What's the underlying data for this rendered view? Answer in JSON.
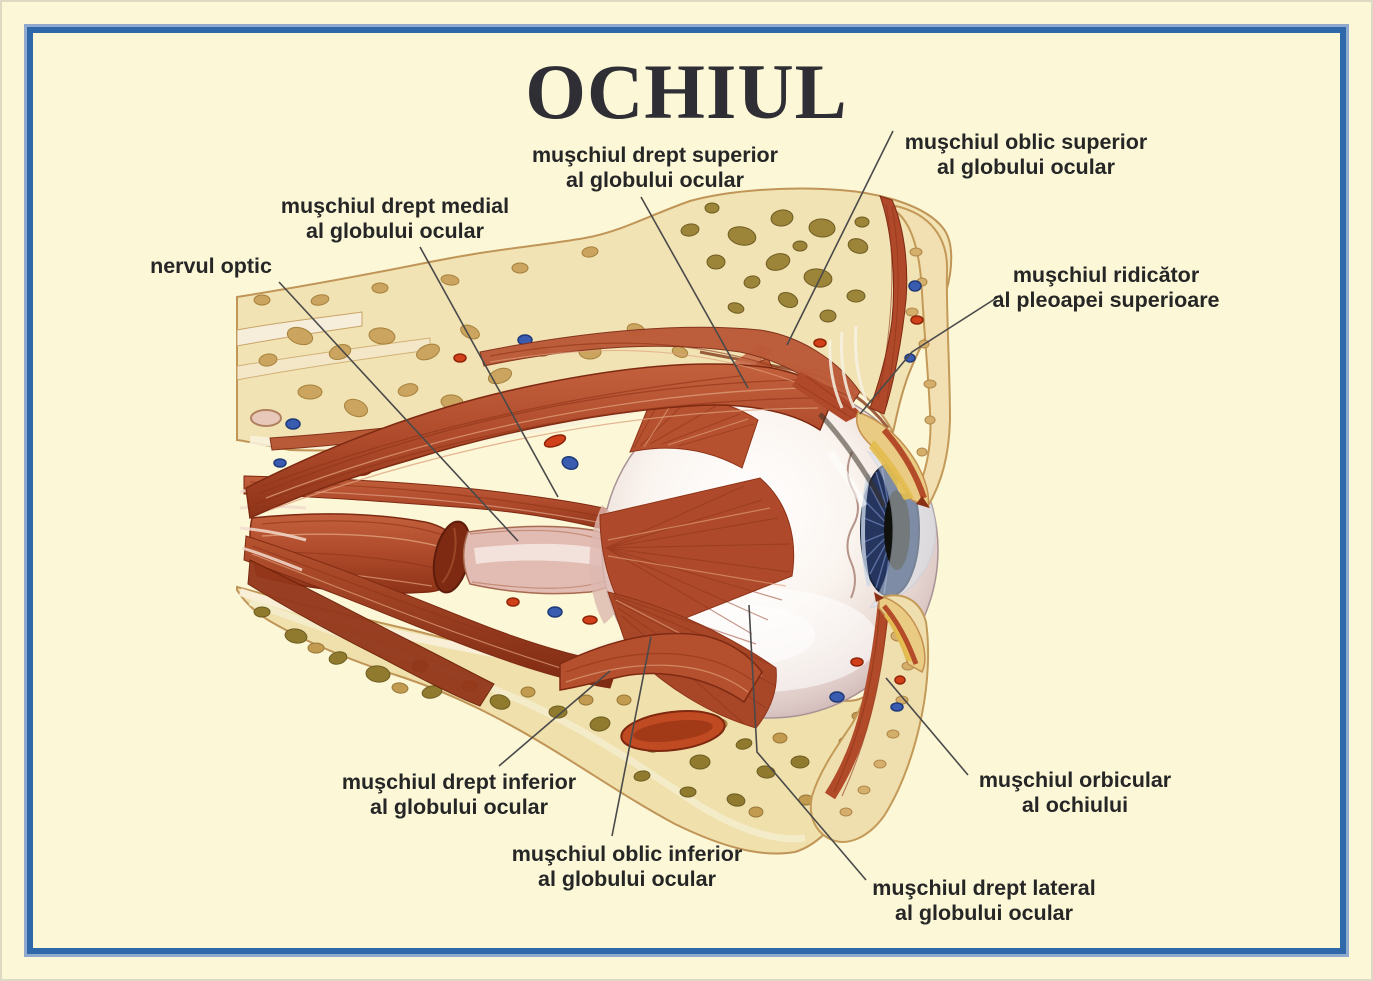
{
  "title": "OCHIUL",
  "labels": {
    "drept_superior": {
      "line1": "muşchiul drept superior",
      "line2": "al globului ocular"
    },
    "oblic_superior": {
      "line1": "muşchiul oblic superior",
      "line2": "al globului ocular"
    },
    "drept_medial": {
      "line1": "muşchiul drept medial",
      "line2": "al globului ocular"
    },
    "nervul_optic": {
      "line1": "nervul optic",
      "line2": ""
    },
    "ridicator": {
      "line1": "muşchiul ridicător",
      "line2": "al pleoapei superioare"
    },
    "drept_inferior": {
      "line1": "muşchiul drept inferior",
      "line2": "al globului ocular"
    },
    "oblic_inferior": {
      "line1": "muşchiul oblic inferior",
      "line2": "al globului ocular"
    },
    "orbicular": {
      "line1": "muşchiul orbicular",
      "line2": "al ochiului"
    },
    "drept_lateral": {
      "line1": "muşchiul drept lateral",
      "line2": "al globului ocular"
    }
  },
  "palette": {
    "background": "#FBF7D7",
    "frame_blue": "#2E68A9",
    "frame_blue_light": "#8FA9CF",
    "title_color": "#2E2E34",
    "label_color": "#262626",
    "leader_line": "#4A4A4A",
    "muscle_red": "#AE4A2B",
    "muscle_dark": "#7E2A12",
    "bone_cream": "#F1E3B4",
    "bone_spongy_tan": "#C9A45E",
    "bone_spongy_olive": "#9A8338",
    "eye_sclera": "#F6EFEA",
    "iris_blue": "#25355E",
    "pupil_black": "#10100C",
    "optic_nerve_pink": "#E2BCB2",
    "eyelid_tan": "#E9CB84",
    "vessel_blue": "#3A5CB0",
    "vessel_red": "#D2401A"
  }
}
